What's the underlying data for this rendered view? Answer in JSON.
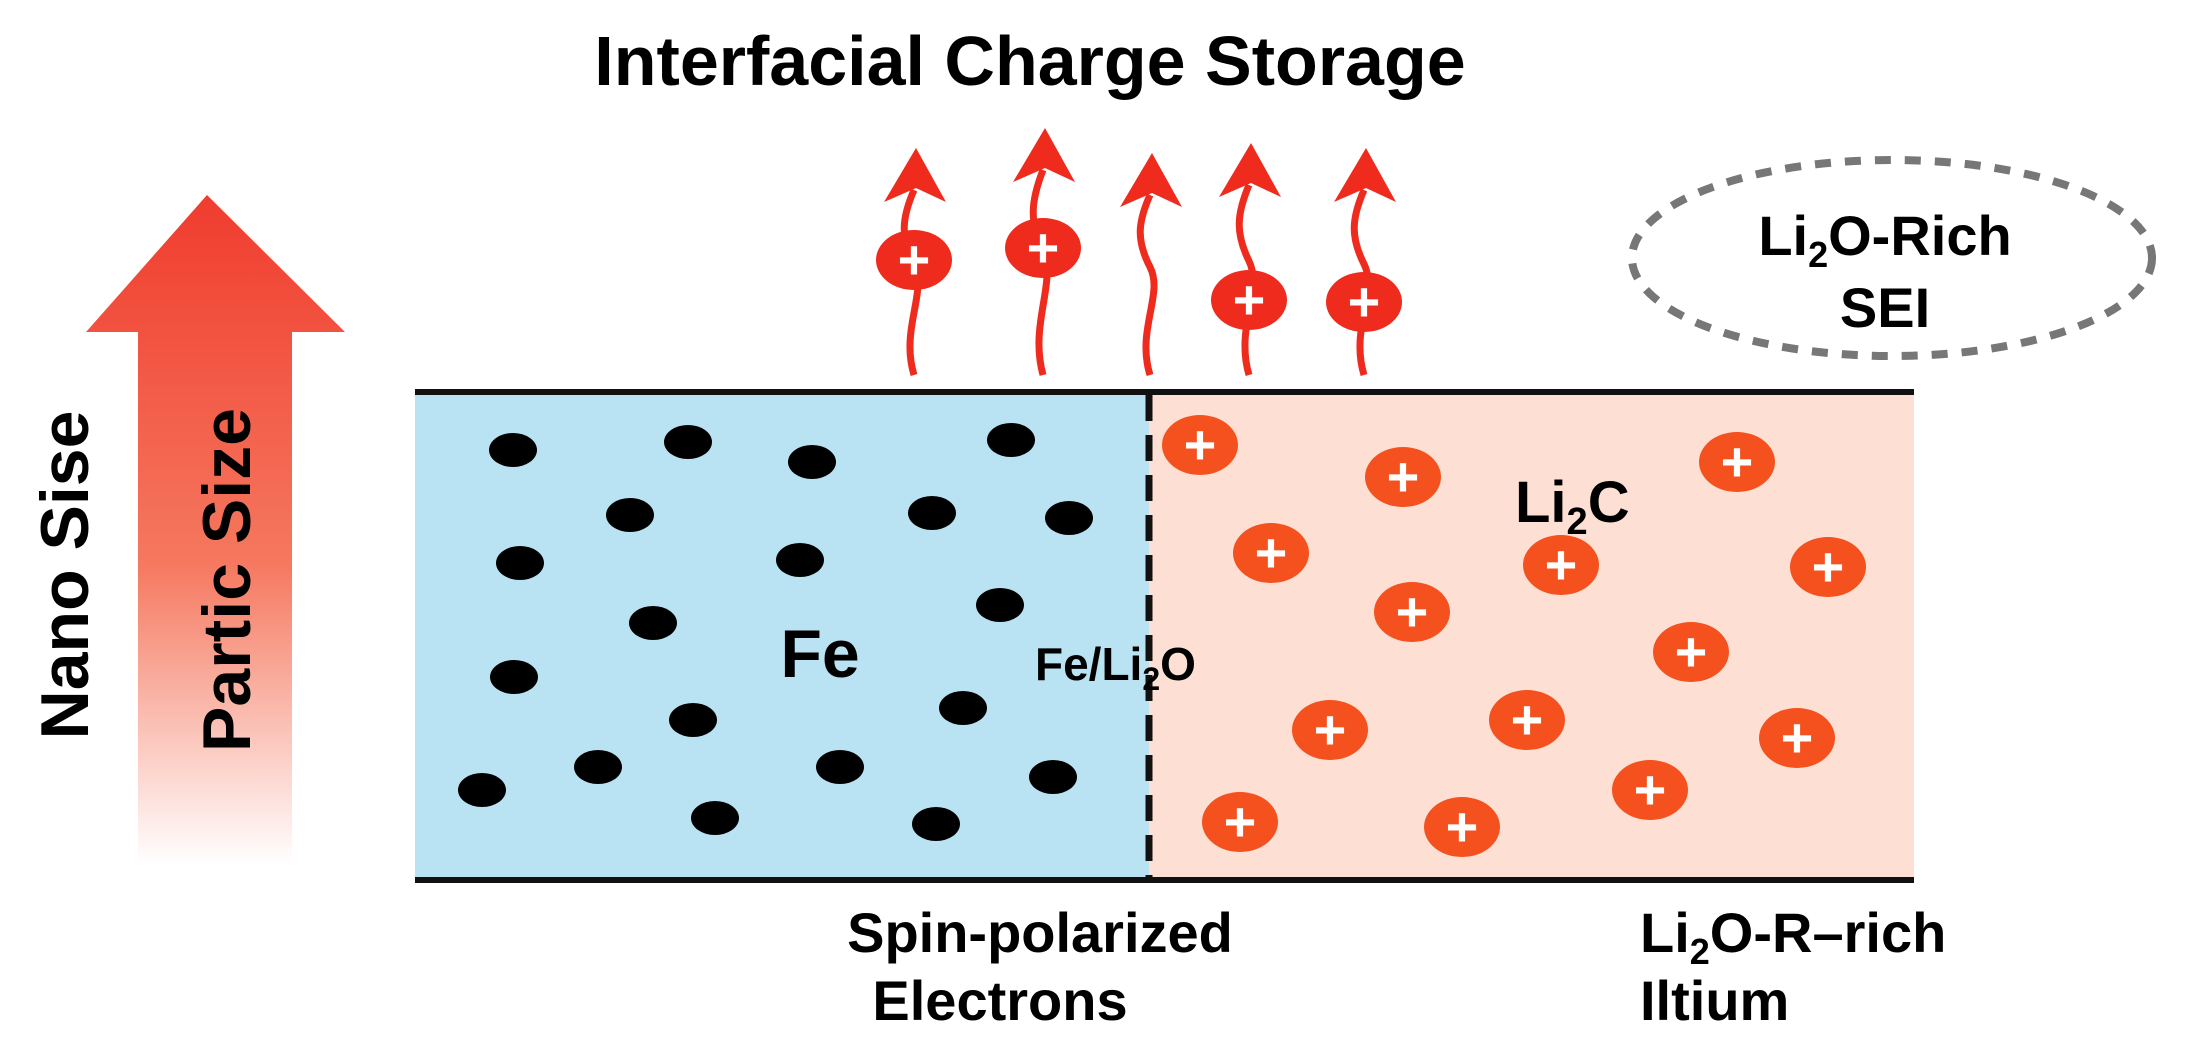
{
  "title": "Interfacial Charge Storage",
  "arrow": {
    "outer_label": "Nano Sise",
    "inner_label": "Partic Size",
    "color": "#f03c2e"
  },
  "regions": {
    "fe": {
      "label": "Fe",
      "color": "#b9e2f2"
    },
    "li2o": {
      "label_main": "Li",
      "label_sub": "2",
      "label_tail": "C",
      "color": "#fde0d3"
    }
  },
  "interface": {
    "label_main": "Fe/Li",
    "label_sub": "2",
    "label_tail": "O"
  },
  "sei_bubble": {
    "line1_main": "Li",
    "line1_sub": "2",
    "line1_tail": "O-Rich",
    "line2": "SEI"
  },
  "bottom_left": {
    "line1": "Spin-polarized",
    "line2": "Electrons"
  },
  "bottom_right": {
    "line1_main": "Li",
    "line1_sub": "2",
    "line1_tail": "O-R–rich",
    "line2": "Iltium"
  },
  "ion_symbol": "+",
  "colors": {
    "ion_fill": "#f4511e",
    "escaping_ion": "#ef2b1e",
    "electron": "#000000",
    "accent_arrow": "#f03c2e"
  }
}
